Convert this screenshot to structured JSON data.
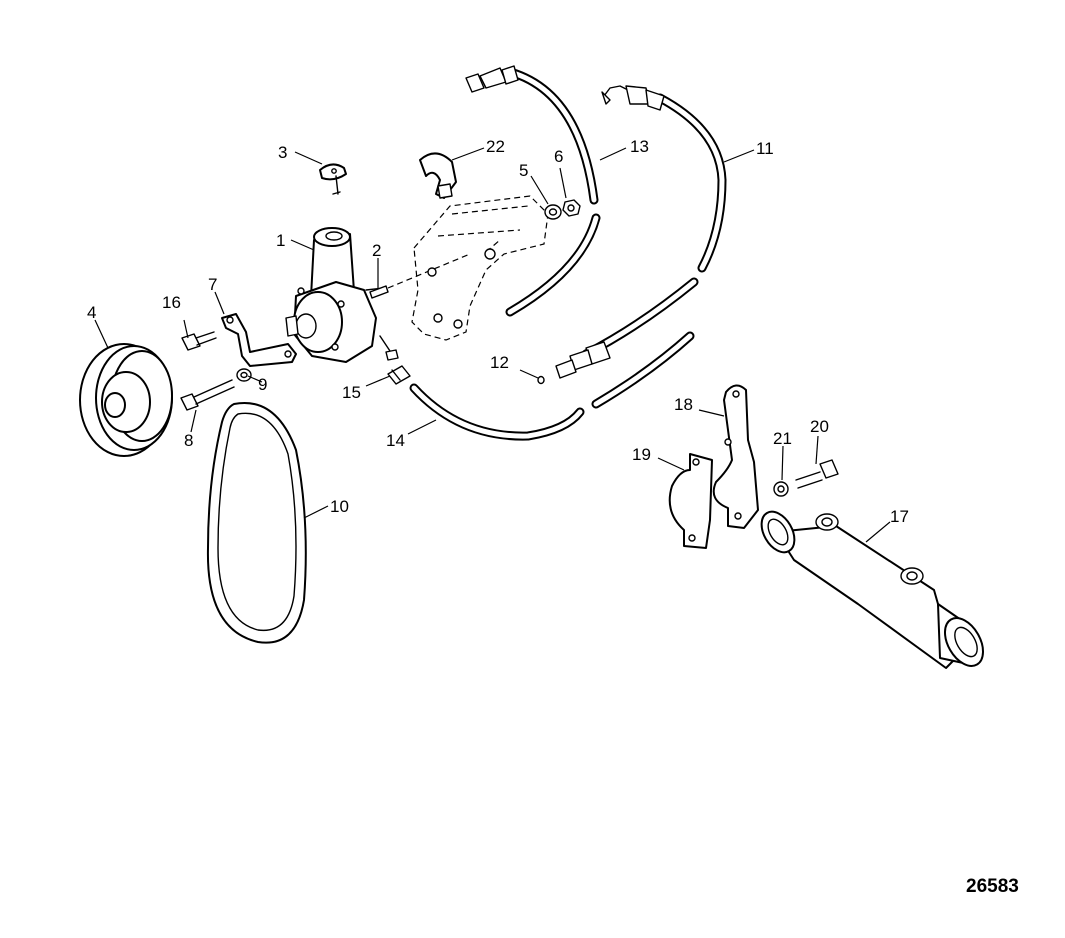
{
  "figure_id": "26583",
  "callouts": {
    "c1": "1",
    "c2": "2",
    "c3": "3",
    "c4": "4",
    "c5": "5",
    "c6": "6",
    "c7": "7",
    "c8": "8",
    "c9": "9",
    "c10": "10",
    "c11": "11",
    "c12": "12",
    "c13": "13",
    "c14": "14",
    "c15": "15",
    "c16": "16",
    "c17": "17",
    "c18": "18",
    "c19": "19",
    "c20": "20",
    "c21": "21",
    "c22": "22"
  }
}
